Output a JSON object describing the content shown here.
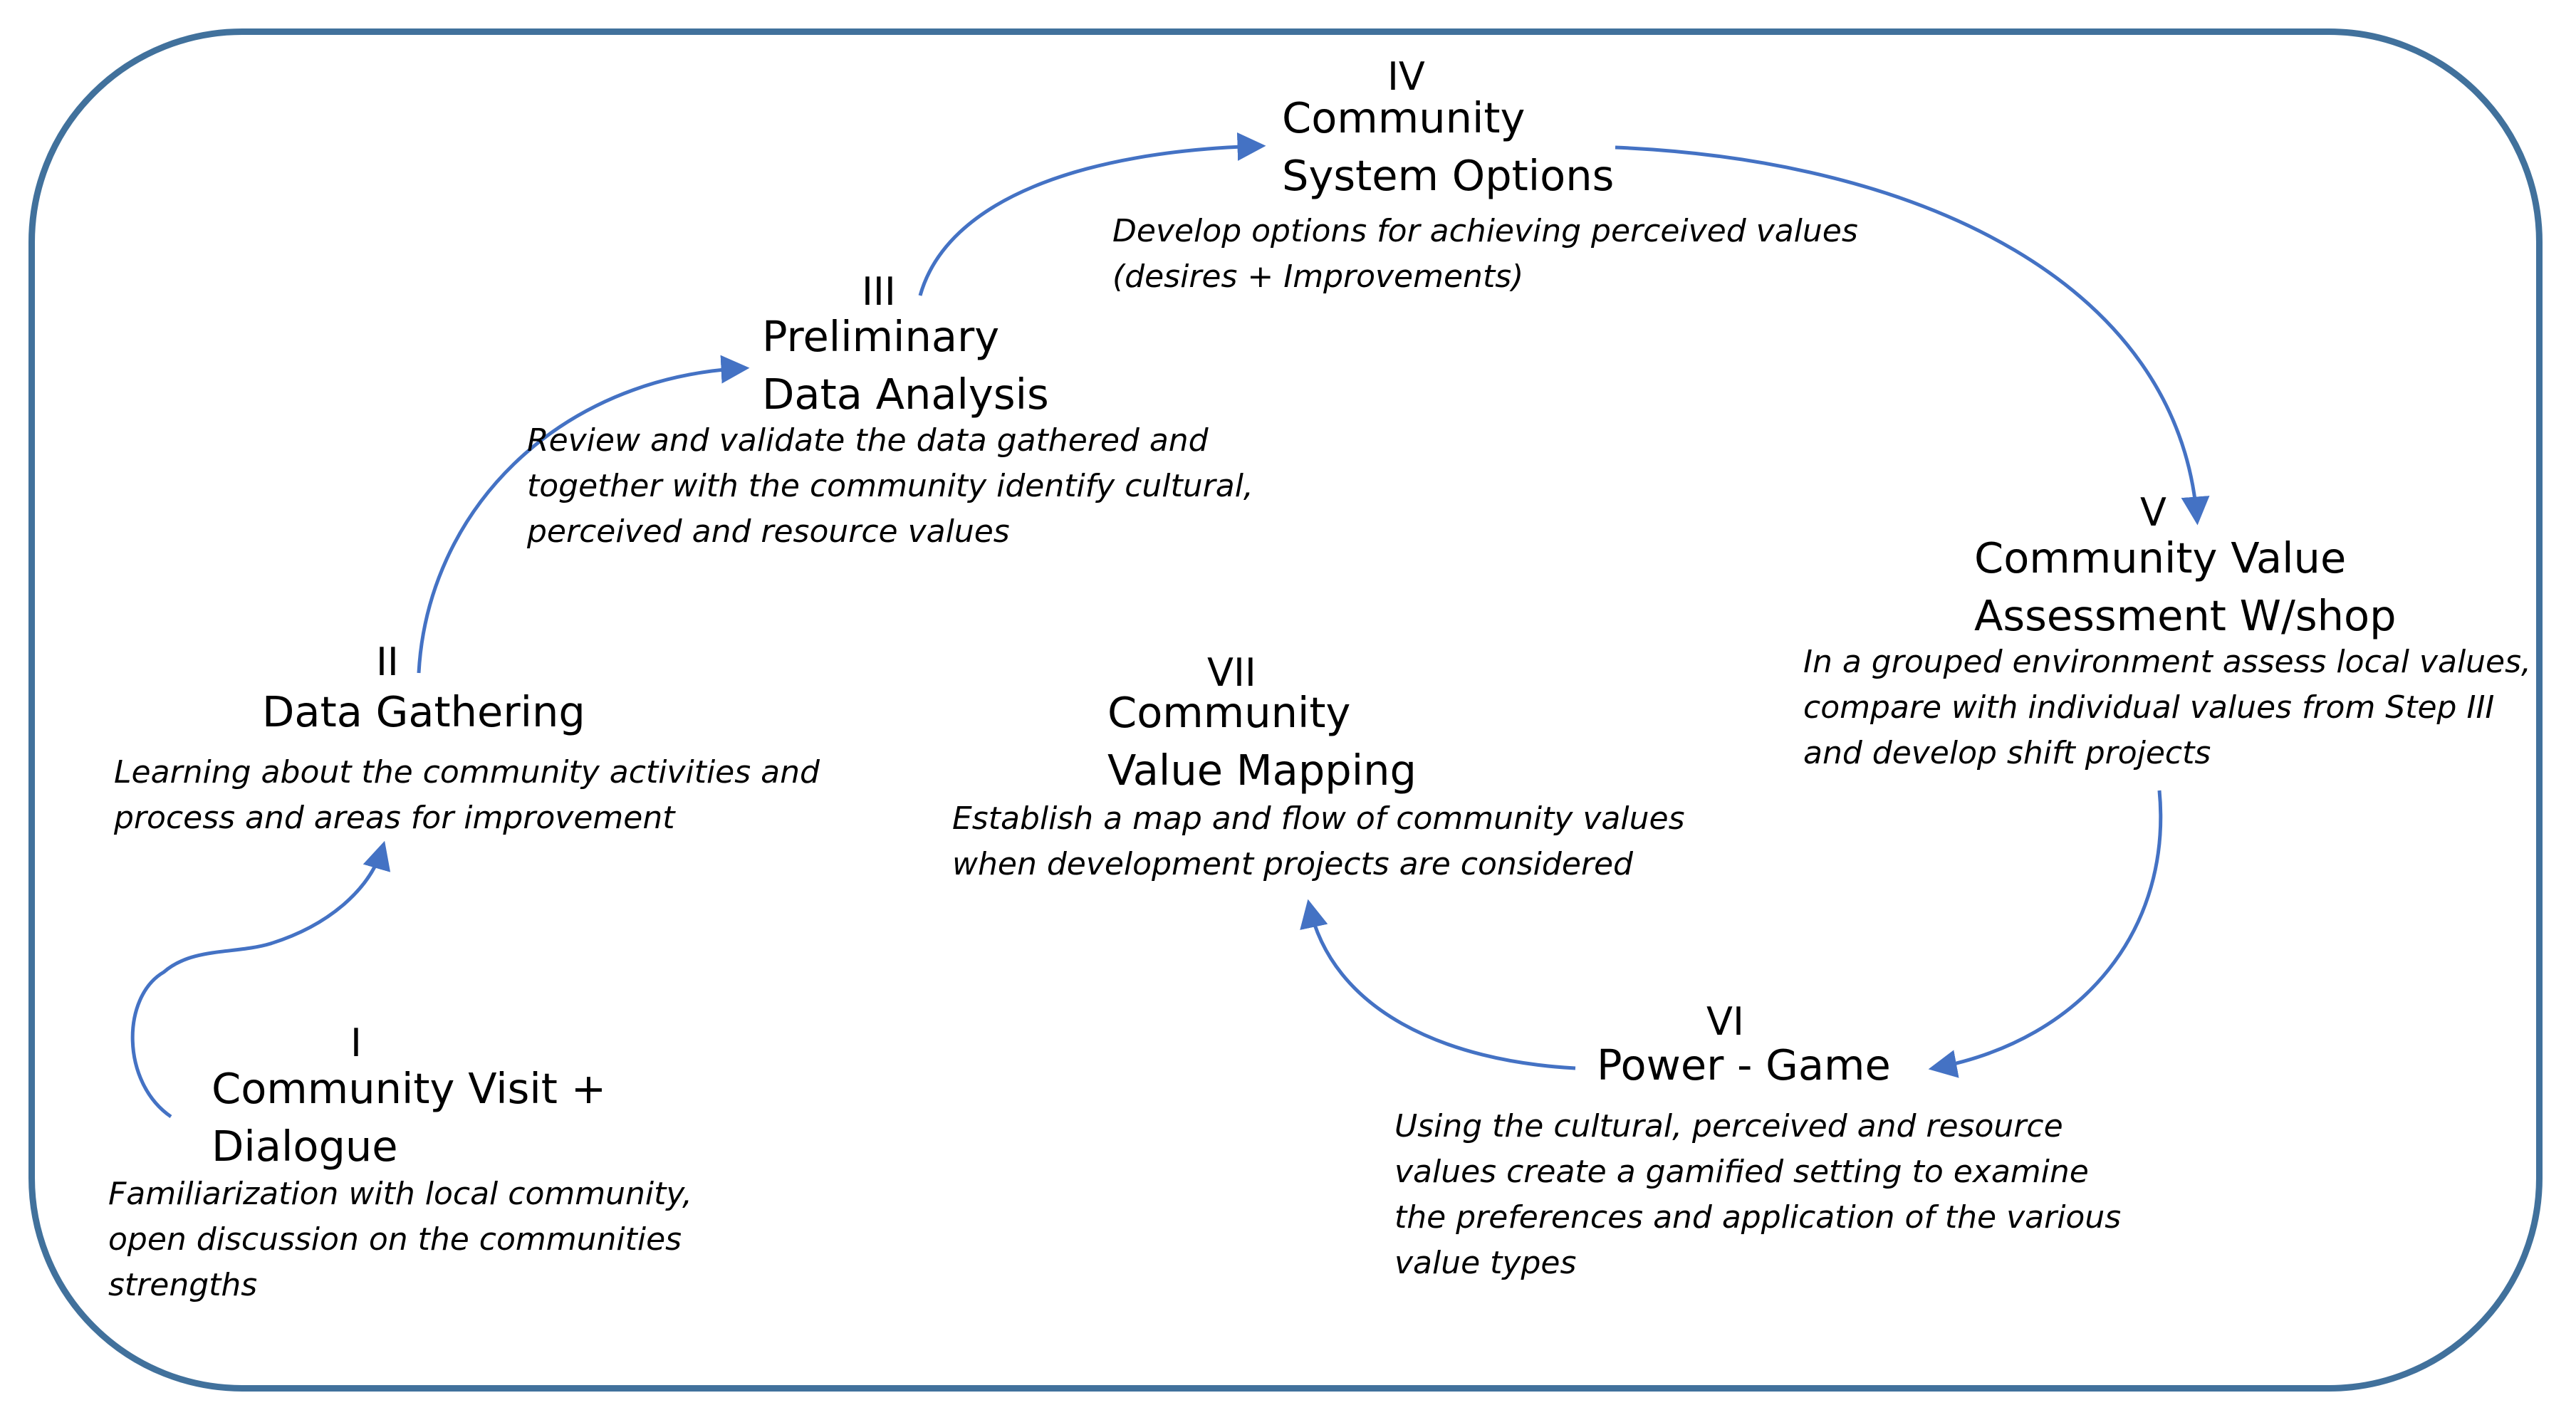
{
  "colors": {
    "frame": "#41719c",
    "arrow": "#4472c4",
    "text": "#000000"
  },
  "steps": {
    "s1": {
      "numeral": "I",
      "title": [
        "Community Visit +",
        "Dialogue"
      ],
      "desc": [
        "Familiarization with local community,",
        "open discussion on the communities",
        "strengths"
      ]
    },
    "s2": {
      "numeral": "II",
      "title": [
        "Data Gathering"
      ],
      "desc": [
        "Learning about the community activities and",
        "process and areas for improvement"
      ]
    },
    "s3": {
      "numeral": "III",
      "title": [
        "Preliminary",
        "Data Analysis"
      ],
      "desc": [
        "Review and validate the data gathered and",
        "together with the community identify cultural,",
        "perceived and resource values"
      ]
    },
    "s4": {
      "numeral": "IV",
      "title": [
        "Community",
        "System Options"
      ],
      "desc": [
        "Develop options for achieving perceived values",
        "(desires + Improvements)"
      ]
    },
    "s5": {
      "numeral": "V",
      "title": [
        "Community Value",
        "Assessment W/shop"
      ],
      "desc": [
        "In a grouped environment assess local values,",
        "compare with individual values from Step III",
        "and develop shift projects"
      ]
    },
    "s6": {
      "numeral": "VI",
      "title": [
        "Power - Game"
      ],
      "desc": [
        "Using the cultural, perceived and resource",
        "values create a gamified setting to examine",
        "the preferences and application of the various",
        "value types"
      ]
    },
    "s7": {
      "numeral": "VII",
      "title": [
        "Community",
        "Value Mapping"
      ],
      "desc": [
        "Establish a map and flow of community values",
        "when development projects are considered"
      ]
    }
  }
}
